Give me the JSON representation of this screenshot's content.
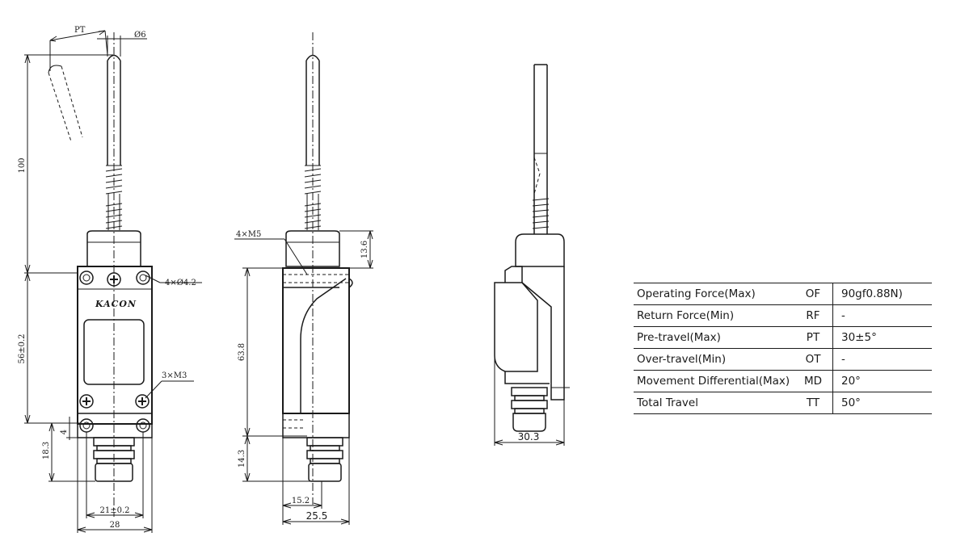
{
  "front_view": {
    "dim_pt": "PT",
    "dim_diameter": "Ø6",
    "dim_height": "100",
    "dim_holes": "4×Ø4.2",
    "brand_logo": "KACON",
    "dim_screws": "3×M3",
    "dim_body": "56±0.2",
    "dim_4": "4",
    "dim_bottom": "18.3",
    "dim_width_inner": "21±0.2",
    "dim_width": "28"
  },
  "side_view": {
    "dim_thread": "4×M5",
    "dim_cap": "13.6",
    "dim_body": "63.8",
    "dim_bottom": "14.3",
    "dim_offset": "15.2",
    "dim_depth": "25.5"
  },
  "back_view": {
    "dim_width": "30.3"
  },
  "spec_table": {
    "rows": [
      {
        "name": "Operating Force(Max)",
        "abbr": "OF",
        "value": "90gf0.88N)"
      },
      {
        "name": "Return Force(Min)",
        "abbr": "RF",
        "value": "-"
      },
      {
        "name": "Pre-travel(Max)",
        "abbr": "PT",
        "value": "30±5°"
      },
      {
        "name": "Over-travel(Min)",
        "abbr": "OT",
        "value": "-"
      },
      {
        "name": "Movement Differential(Max)",
        "abbr": "MD",
        "value": "20°"
      },
      {
        "name": "Total Travel",
        "abbr": "TT",
        "value": "50°"
      }
    ]
  }
}
